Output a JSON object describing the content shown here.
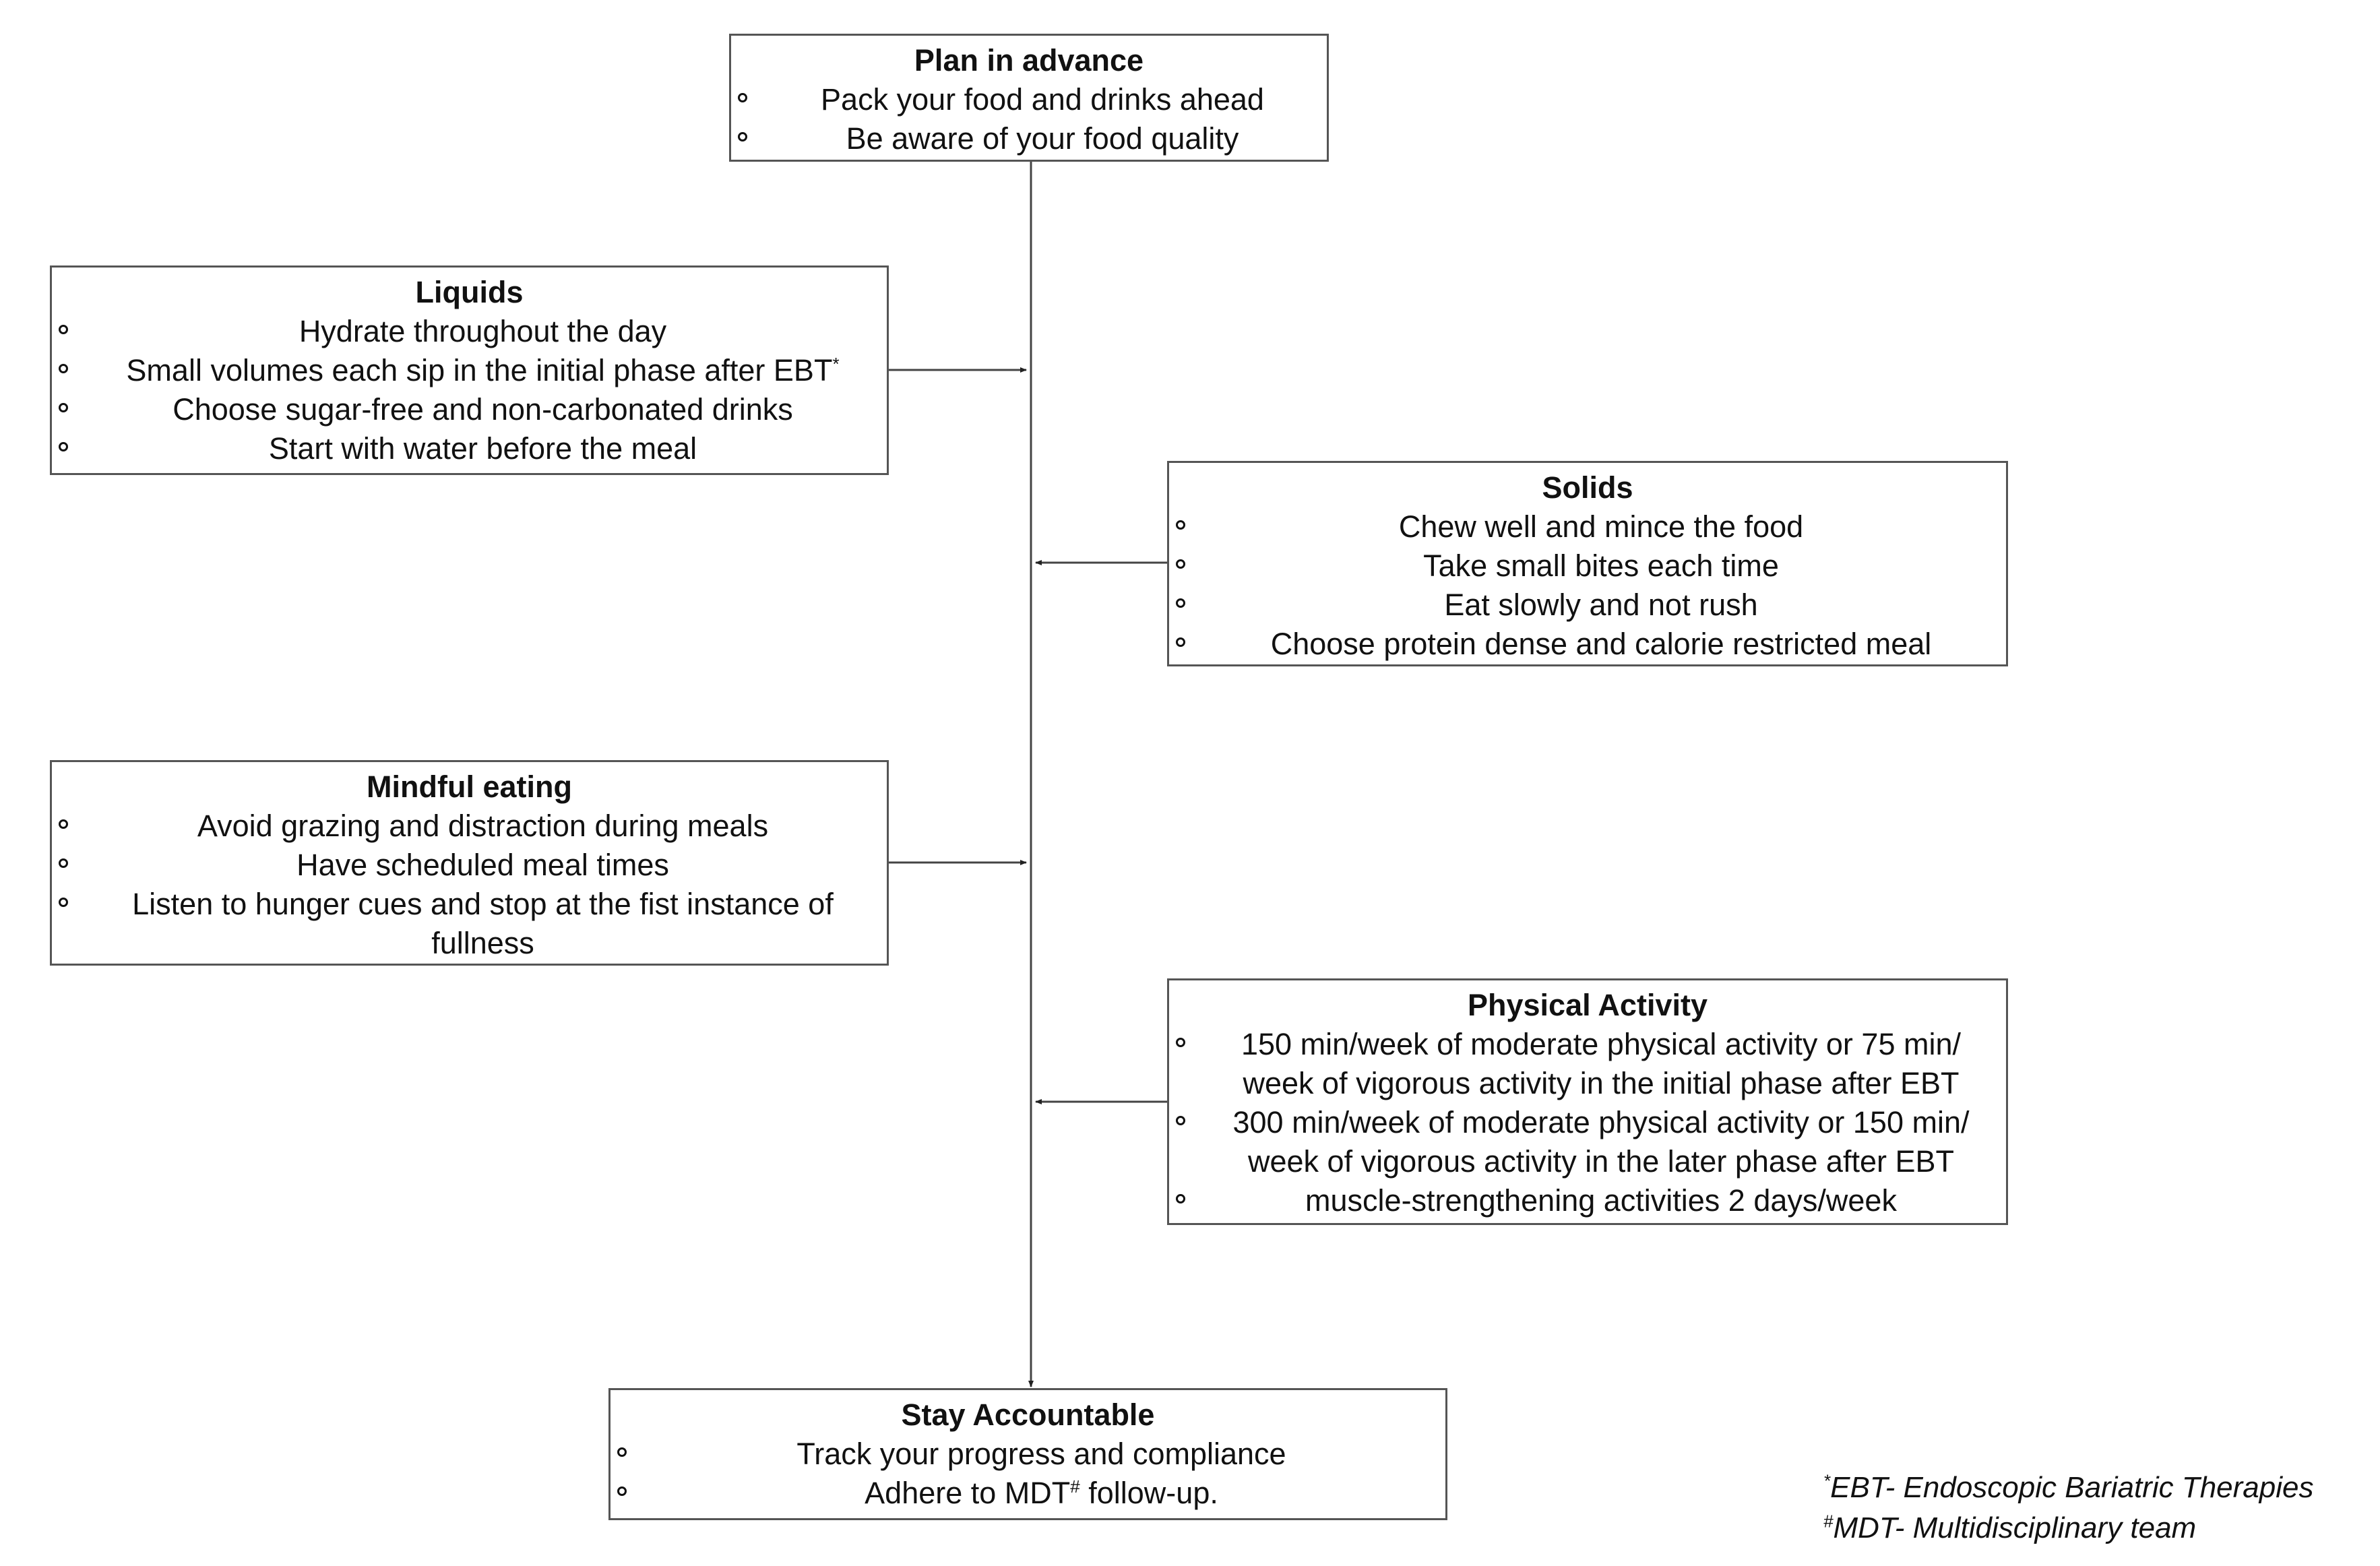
{
  "plan": {
    "title": "Plan in advance",
    "items": [
      "Pack your food and drinks ahead",
      "Be aware of your food quality"
    ]
  },
  "liquids": {
    "title": "Liquids",
    "items": [
      "Hydrate throughout the day",
      "Small volumes each sip in the initial phase after EBT",
      "Choose sugar-free and non-carbonated drinks",
      "Start with water before the meal"
    ],
    "item_1_sup": "*"
  },
  "solids": {
    "title": "Solids",
    "items": [
      "Chew well and mince the food",
      "Take small bites each time",
      "Eat slowly and not rush",
      "Choose protein dense and calorie restricted meal"
    ]
  },
  "mindful": {
    "title": "Mindful eating",
    "items": [
      "Avoid grazing and distraction during meals",
      "Have scheduled meal times",
      "Listen to hunger cues and stop at the fist instance of fullness"
    ]
  },
  "physical": {
    "title": "Physical Activity",
    "items": [
      "150 min/week of moderate physical activity or 75 min/ week of vigorous activity in the initial phase after EBT",
      "300 min/week of moderate physical activity or 150 min/ week of vigorous activity in the later phase after EBT",
      "muscle-strengthening activities 2 days/week"
    ]
  },
  "accountable": {
    "title": "Stay Accountable",
    "items": [
      "Track your progress and compliance"
    ],
    "item_2_pre": "Adhere to MDT",
    "item_2_sup": "#",
    "item_2_post": " follow-up."
  },
  "footnotes": {
    "ebt_marker": "*",
    "ebt_text": "EBT- Endoscopic Bariatric Therapies",
    "mdt_marker": "#",
    "mdt_text": "MDT- Multidisciplinary team"
  }
}
